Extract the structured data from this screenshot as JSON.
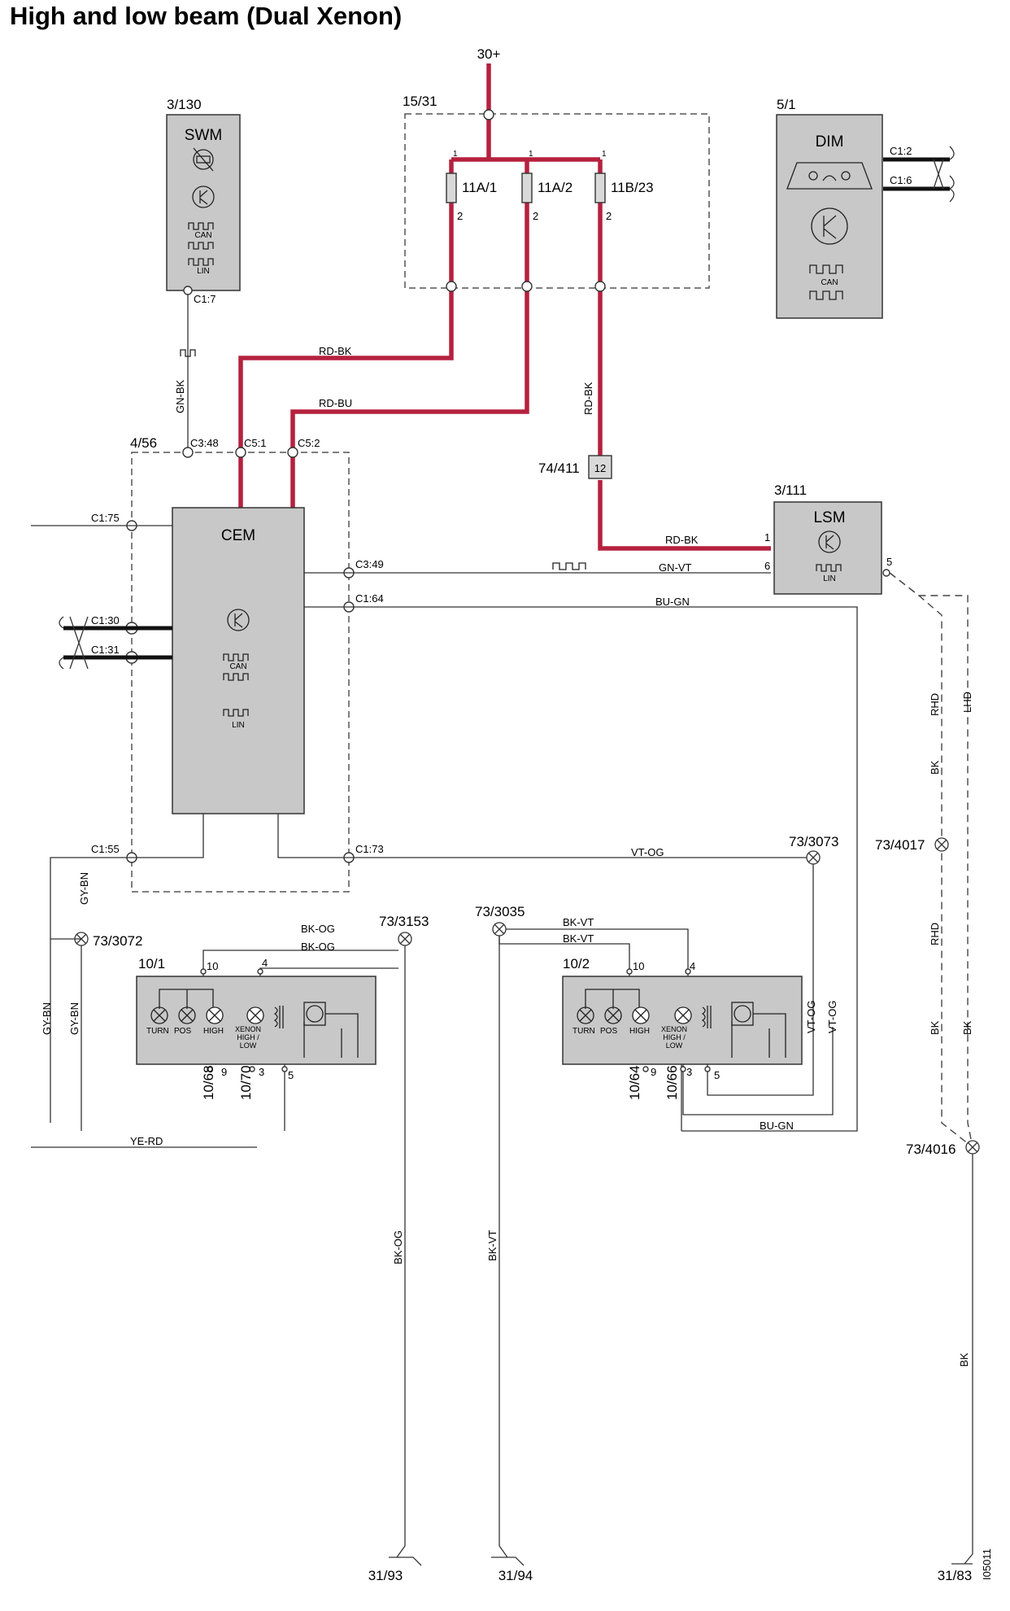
{
  "title": "High and low beam (Dual Xenon)",
  "supply": "30+",
  "image_code": "I05011",
  "modules": {
    "swm": {
      "id": "3/130",
      "name": "SWM",
      "pin": "C1:7",
      "can": "CAN",
      "lin": "LIN"
    },
    "dim": {
      "id": "5/1",
      "name": "DIM",
      "pin_a": "C1:2",
      "pin_b": "C1:6",
      "can": "CAN"
    },
    "cem": {
      "id": "4/56",
      "name": "CEM",
      "can": "CAN",
      "lin": "LIN",
      "pins": {
        "c348": "C3:48",
        "c51": "C5:1",
        "c52": "C5:2",
        "c175": "C1:75",
        "c349": "C3:49",
        "c164": "C1:64",
        "c130": "C1:30",
        "c131": "C1:31",
        "c155": "C1:55",
        "c173": "C1:73"
      }
    },
    "lsm": {
      "id": "3/111",
      "name": "LSM",
      "lin": "LIN",
      "pin1": "1",
      "pin6": "6",
      "pin5": "5"
    },
    "fusebox": {
      "id": "15/31",
      "fuses": [
        {
          "name": "11A/1",
          "in": "1",
          "out": "2"
        },
        {
          "name": "11A/2",
          "in": "1",
          "out": "2"
        },
        {
          "name": "11B/23",
          "in": "1",
          "out": "2"
        }
      ]
    },
    "connector": {
      "id": "74/411",
      "pin": "12"
    },
    "headlamp_left": {
      "id": "10/1",
      "pins": [
        "10",
        "4",
        "9",
        "3",
        "5"
      ],
      "lamps": [
        "TURN",
        "POS",
        "HIGH",
        "XENON HIGH / LOW"
      ],
      "conn_a": "10/68",
      "conn_b": "10/70"
    },
    "headlamp_right": {
      "id": "10/2",
      "pins": [
        "10",
        "4",
        "9",
        "3",
        "5"
      ],
      "lamps": [
        "TURN",
        "POS",
        "HIGH",
        "XENON HIGH / LOW"
      ],
      "conn_a": "10/64",
      "conn_b": "10/66"
    }
  },
  "splices": {
    "s3072": "73/3072",
    "s3153": "73/3153",
    "s3035": "73/3035",
    "s3073": "73/3073",
    "s4017": "73/4017",
    "s4016": "73/4016"
  },
  "grounds": {
    "g93": "31/93",
    "g94": "31/94",
    "g83": "31/83"
  },
  "wires": {
    "rd_bk_1": "RD-BK",
    "rd_bu": "RD-BU",
    "rd_bk_2": "RD-BK",
    "rd_bk_3": "RD-BK",
    "gn_bk": "GN-BK",
    "gn_vt": "GN-VT",
    "bu_gn_1": "BU-GN",
    "bu_gn_2": "BU-GN",
    "vt_og_1": "VT-OG",
    "vt_og_2": "VT-OG",
    "vt_og_3": "VT-OG",
    "gy_bn_1": "GY-BN",
    "gy_bn_2": "GY-BN",
    "gy_bn_3": "GY-BN",
    "bk_og_1": "BK-OG",
    "bk_og_2": "BK-OG",
    "bk_og_3": "BK-OG",
    "bk_vt_1": "BK-VT",
    "bk_vt_2": "BK-VT",
    "bk_vt_3": "BK-VT",
    "ye_rd": "YE-RD",
    "rhd_1": "RHD",
    "lhd": "LHD",
    "rhd_2": "RHD",
    "bk_1": "BK",
    "bk_2": "BK",
    "bk_3": "BK",
    "bk_4": "BK"
  }
}
